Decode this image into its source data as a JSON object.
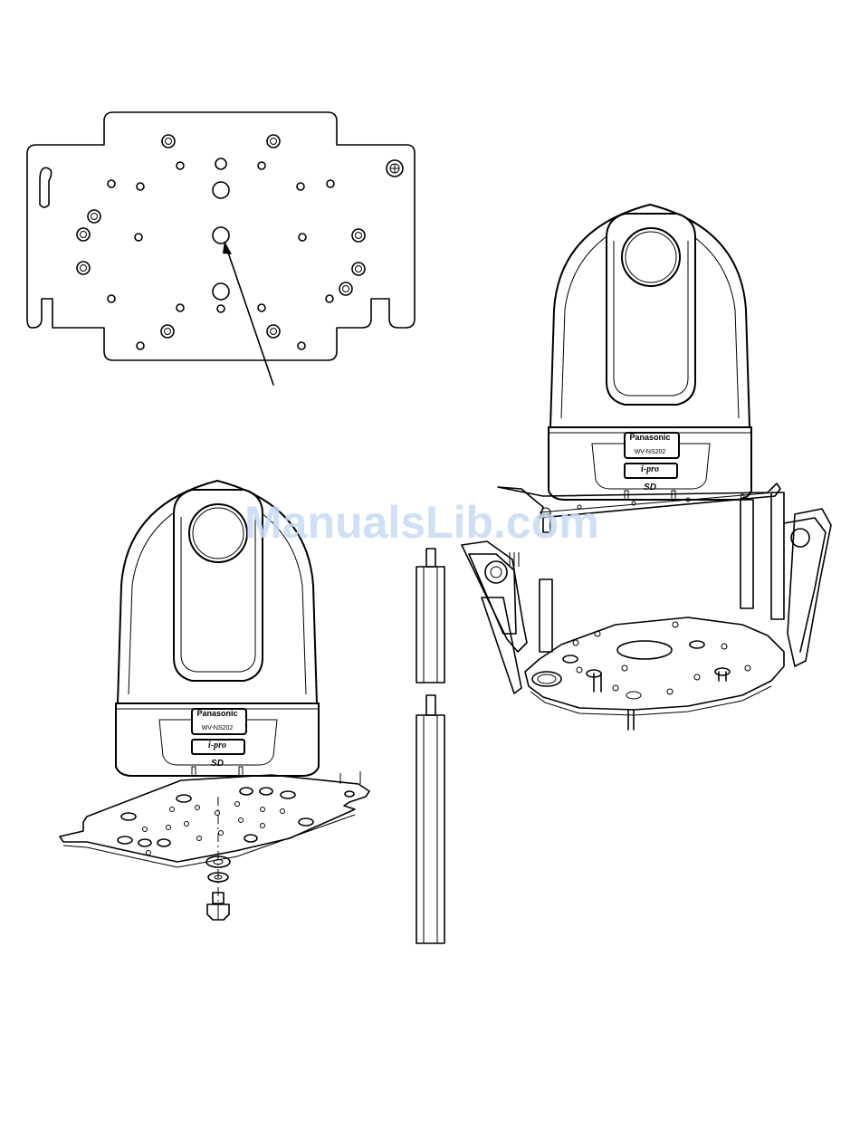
{
  "camera_left": {
    "brand": "Panasonic",
    "model": "WV-NS202",
    "series": "i-pro",
    "card_logo": "SD"
  },
  "camera_right": {
    "brand": "Panasonic",
    "model": "WV-NS202",
    "series": "i-pro",
    "card_logo": "SD"
  },
  "watermark": "ManualsLib.com",
  "colors": {
    "line": "#000000",
    "background": "#ffffff",
    "watermark": "#c8daf3"
  }
}
